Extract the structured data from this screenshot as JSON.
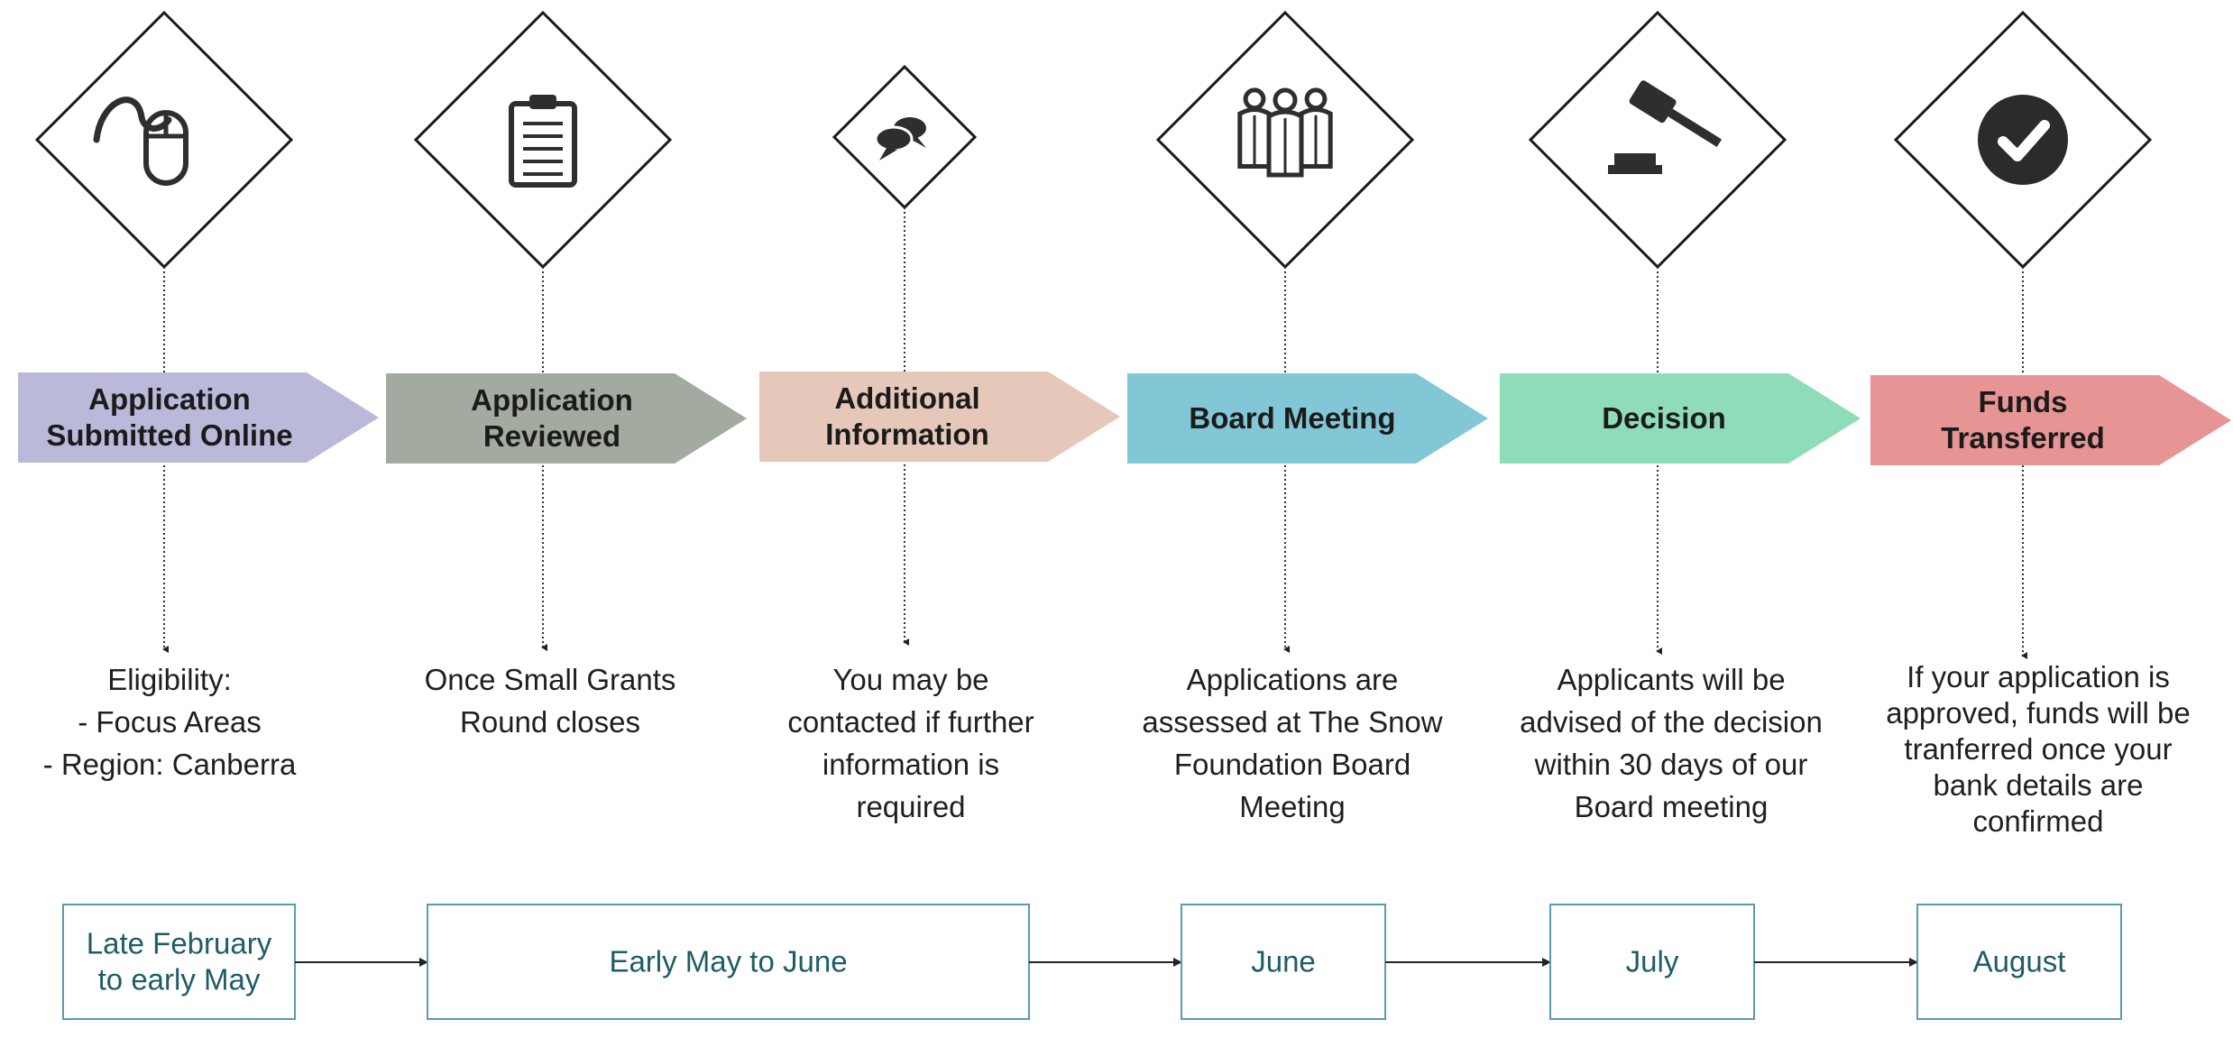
{
  "steps": [
    {
      "id": "online",
      "icon": "mouse-icon",
      "title_lines": [
        "Application",
        "Submitted Online"
      ],
      "description_lines": [
        "Eligibility:",
        "- Focus Areas",
        "- Region: Canberra"
      ],
      "color": "#bab9d9"
    },
    {
      "id": "reviewed",
      "icon": "clipboard-icon",
      "title_lines": [
        "Application",
        "Reviewed"
      ],
      "description_lines": [
        "Once Small Grants",
        "Round closes"
      ],
      "color": "#a3aaa0"
    },
    {
      "id": "info",
      "icon": "speech-bubbles-icon",
      "title_lines": [
        "Additional",
        "Information"
      ],
      "description_lines": [
        "You may be",
        "contacted if further",
        "information is",
        "required"
      ],
      "color": "#e5c8ba"
    },
    {
      "id": "board",
      "icon": "people-group-icon",
      "title_lines": [
        "Board Meeting"
      ],
      "description_lines": [
        "Applications are",
        "assessed at The Snow",
        "Foundation Board",
        "Meeting"
      ],
      "color": "#82c7d6"
    },
    {
      "id": "decision",
      "icon": "gavel-icon",
      "title_lines": [
        "Decision"
      ],
      "description_lines": [
        "Applicants will be",
        "advised of the decision",
        "within 30 days of our",
        "Board meeting"
      ],
      "color": "#8fdcb8"
    },
    {
      "id": "funds",
      "icon": "checkmark-circle-icon",
      "title_lines": [
        "Funds",
        "Transferred"
      ],
      "description_lines": [
        "If your application is",
        "approved, funds will be",
        "tranferred once your",
        "bank details are",
        "confirmed"
      ],
      "color": "#e69494"
    }
  ],
  "timeline": [
    {
      "lines": [
        "Late February",
        "to early May"
      ]
    },
    {
      "lines": [
        "Early May to June"
      ]
    },
    {
      "lines": [
        "June"
      ]
    },
    {
      "lines": [
        "July"
      ]
    },
    {
      "lines": [
        "August"
      ]
    }
  ],
  "colors": {
    "timeline_text": "#1f5c66",
    "timeline_border": "#5a9bb0"
  }
}
